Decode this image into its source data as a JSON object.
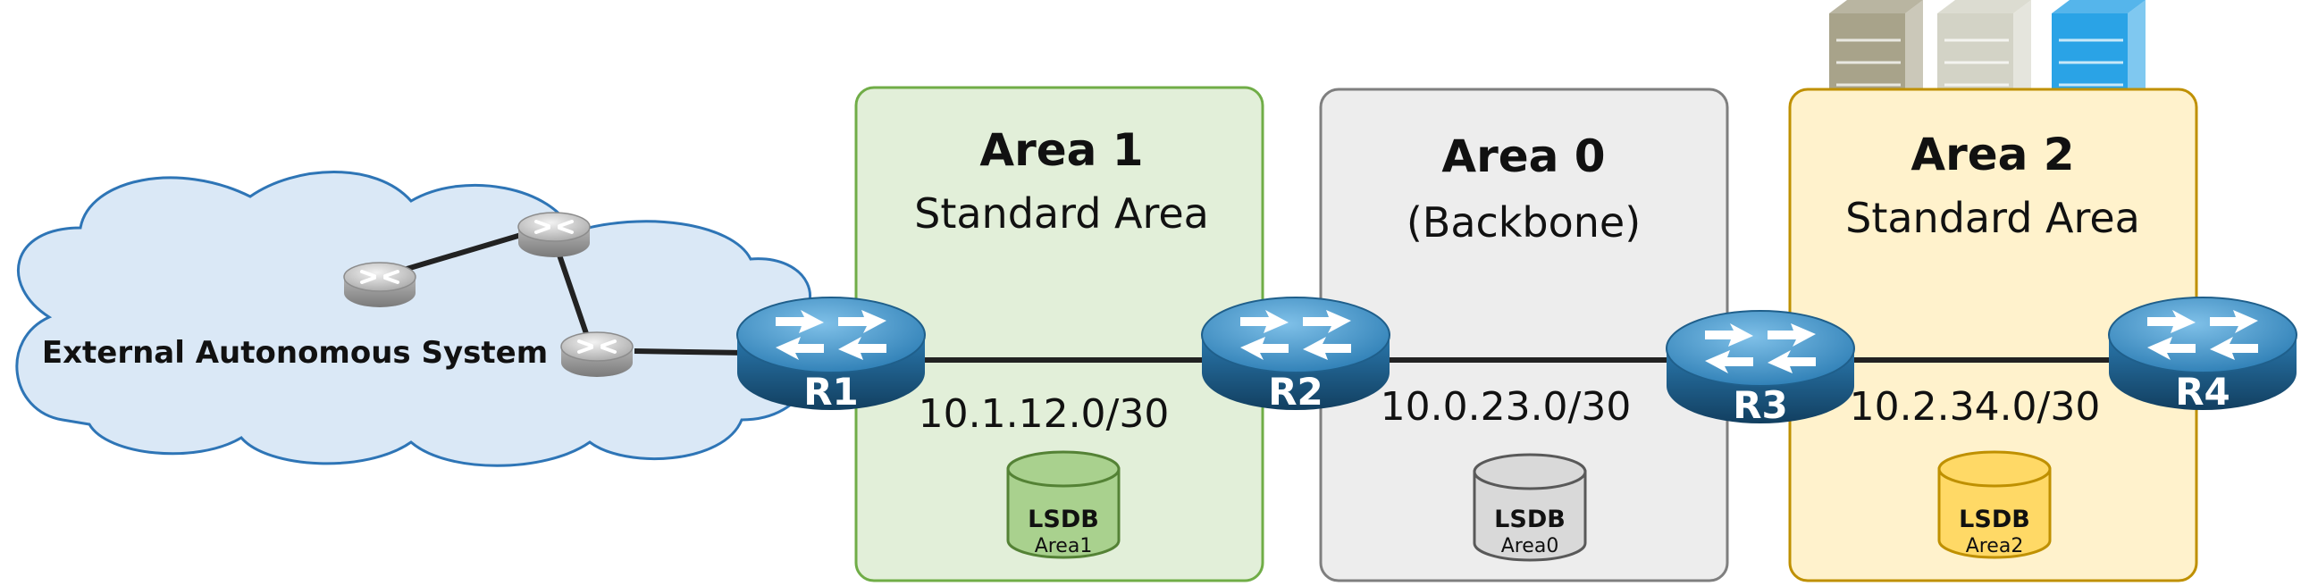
{
  "external": {
    "label": "External Autonomous System"
  },
  "areas": [
    {
      "title": "Area 1",
      "subtitle": "Standard Area",
      "lsdb_title": "LSDB",
      "lsdb_sub": "Area1",
      "colors": {
        "fill": "#e2efd9",
        "stroke": "#70ad47",
        "db_fill": "#a9d18e",
        "db_stroke": "#548235"
      }
    },
    {
      "title": "Area 0",
      "subtitle": "(Backbone)",
      "lsdb_title": "LSDB",
      "lsdb_sub": "Area0",
      "colors": {
        "fill": "#ededed",
        "stroke": "#7f7f7f",
        "db_fill": "#d9d9d9",
        "db_stroke": "#595959"
      }
    },
    {
      "title": "Area 2",
      "subtitle": "Standard Area",
      "lsdb_title": "LSDB",
      "lsdb_sub": "Area2",
      "colors": {
        "fill": "#fff2cc",
        "stroke": "#bf9000",
        "db_fill": "#ffd966",
        "db_stroke": "#bf9000"
      }
    }
  ],
  "routers": [
    {
      "label": "R1"
    },
    {
      "label": "R2"
    },
    {
      "label": "R3"
    },
    {
      "label": "R4"
    }
  ],
  "links": [
    {
      "subnet": "10.1.12.0/30"
    },
    {
      "subnet": "10.0.23.0/30"
    },
    {
      "subnet": "10.2.34.0/30"
    }
  ],
  "colors": {
    "cloud_fill": "#dae8f6",
    "cloud_stroke": "#2e75b6",
    "router_top": "#3b8bc2",
    "router_side": "#1f5f8b"
  }
}
